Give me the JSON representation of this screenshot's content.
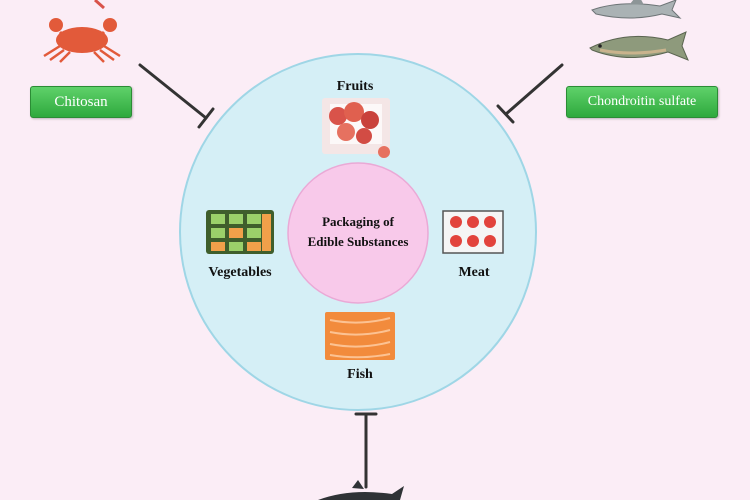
{
  "center": {
    "line1": "Packaging of",
    "line2": "Edible Substances"
  },
  "food_categories": {
    "fruits": "Fruits",
    "vegetables": "Vegetables",
    "meat": "Meat",
    "fish": "Fish"
  },
  "sources": {
    "left": "Chitosan",
    "right": "Chondroitin sulfate"
  },
  "icons": [
    "crab-icon",
    "shark-icon",
    "salmon-icon",
    "fruit-photo",
    "vegetable-tray-photo",
    "meat-tray-icon",
    "fish-fillet-photo",
    "tuna-icon"
  ],
  "colors": {
    "background": "#fbedf6",
    "outer_circle": "#d5eff6",
    "inner_circle": "#f8c9ea",
    "badge_green": "#3bb548",
    "inhibitor_line": "#333333"
  }
}
